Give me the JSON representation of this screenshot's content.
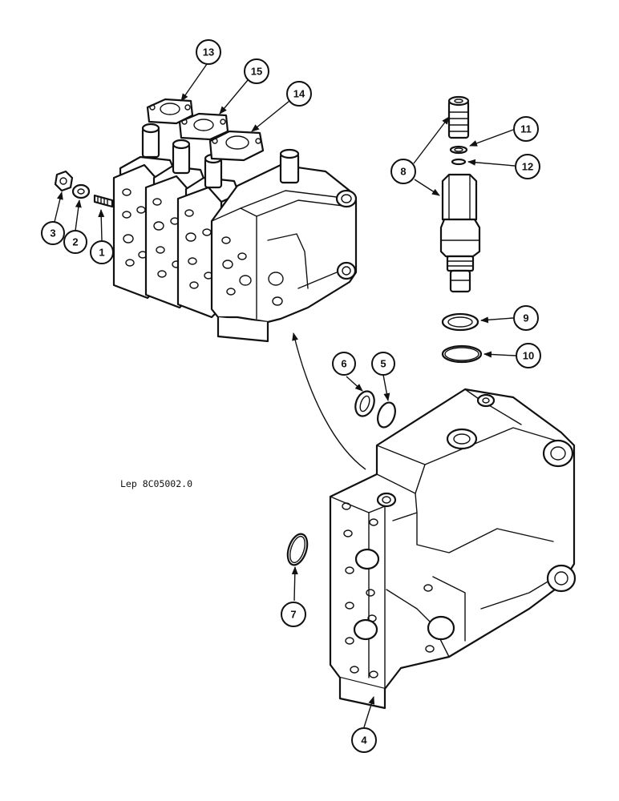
{
  "caption": "Lep 8C05002.0",
  "callouts": [
    {
      "label": "1"
    },
    {
      "label": "2"
    },
    {
      "label": "3"
    },
    {
      "label": "4"
    },
    {
      "label": "5"
    },
    {
      "label": "6"
    },
    {
      "label": "7"
    },
    {
      "label": "8"
    },
    {
      "label": "9"
    },
    {
      "label": "10"
    },
    {
      "label": "11"
    },
    {
      "label": "12"
    },
    {
      "label": "13"
    },
    {
      "label": "14"
    },
    {
      "label": "15"
    }
  ]
}
